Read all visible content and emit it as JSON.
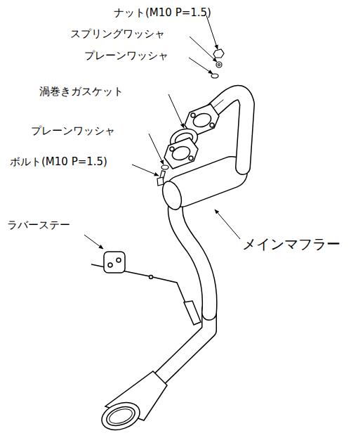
{
  "diagram": {
    "labels": [
      "ナット(M10 P=1.5)",
      "スプリングワッシャ",
      "プレーンワッシャ",
      "渦巻きガスケット",
      "プレーンワッシャ",
      "ボルト(M10 P=1.5)",
      "ラバーステー",
      "メインマフラー"
    ]
  }
}
